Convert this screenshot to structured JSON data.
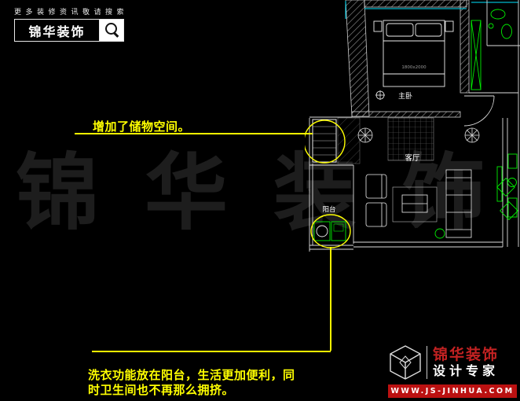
{
  "top_logo": {
    "tagline": "更多装修资讯敬请搜索",
    "brand": "锦华装饰"
  },
  "watermark": "锦华装饰",
  "callouts": {
    "storage_note": "增加了储物空间。",
    "laundry_note_line1": "洗衣功能放在阳台，生活更加便利，同",
    "laundry_note_line2": "时卫生间也不再那么拥挤。"
  },
  "floorplan": {
    "labels": {
      "master_bedroom": "主卧",
      "living_room": "客厅",
      "balcony": "阳台",
      "bed_size": "1800x2000"
    }
  },
  "bottom_logo": {
    "brand": "锦华装饰",
    "tagline": "设计专家",
    "website": "WWW.JS-JINHUA.COM"
  },
  "icons": {
    "search": "search-icon",
    "footer": "cube-logo-icon"
  },
  "colors": {
    "annotation_yellow": "#ffff00",
    "wall_white": "#dddddd",
    "accent_cyan": "#00e5ff",
    "furniture_green": "#00ee00",
    "brand_red": "#c32222",
    "background": "#000000"
  }
}
